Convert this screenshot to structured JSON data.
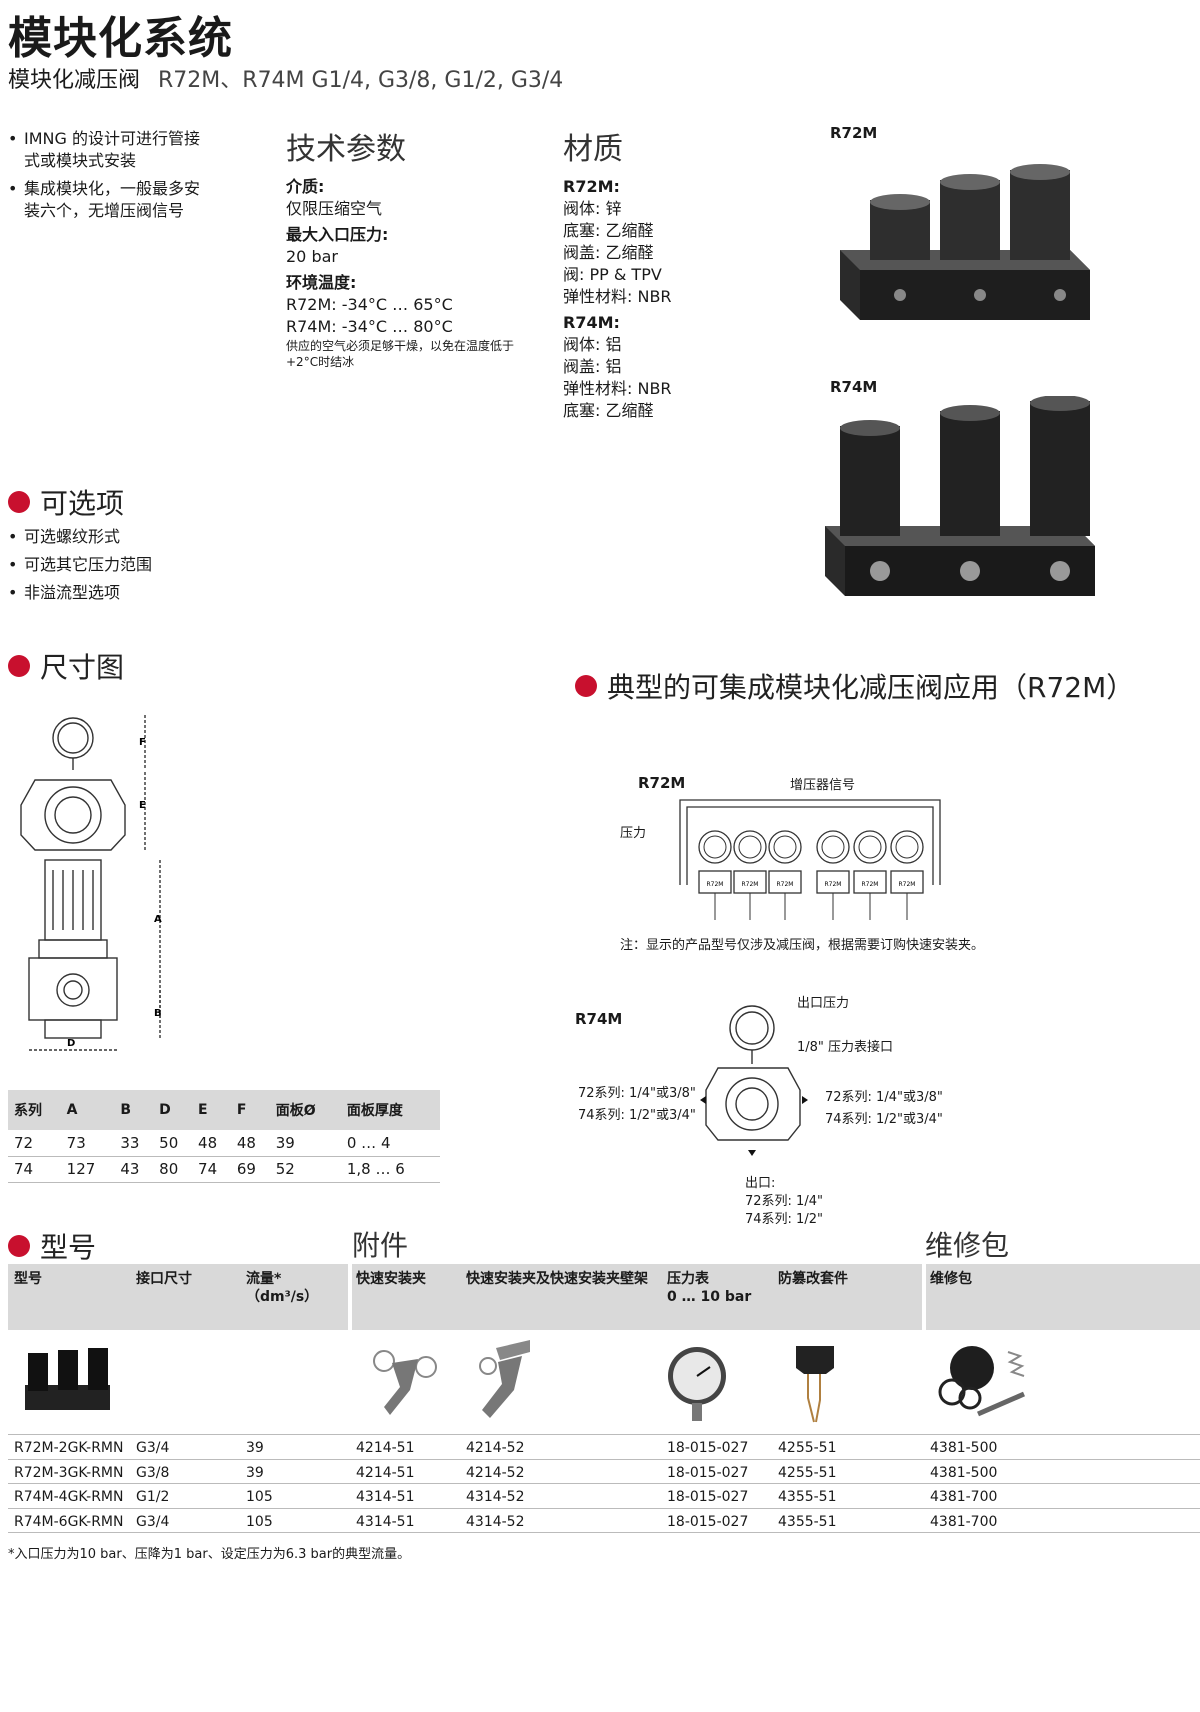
{
  "header": {
    "title": "模块化系统",
    "subtitle": "模块化减压阀",
    "models": "R72M、R74M  G1/4, G3/8, G1/2, G3/4"
  },
  "features": [
    "IMNG 的设计可进行管接式或模块式安装",
    "集成模块化，一般最多安装六个，无增压阀信号"
  ],
  "tech": {
    "heading": "技术参数",
    "medium_label": "介质:",
    "medium_value": "仅限压缩空气",
    "max_pressure_label": "最大入口压力:",
    "max_pressure_value": "20 bar",
    "temp_label": "环境温度:",
    "temp_r72": "R72M: -34°C … 65°C",
    "temp_r74": "R74M: -34°C … 80°C",
    "temp_note": "供应的空气必须足够干燥，以免在温度低于+2°C时结冰"
  },
  "material": {
    "heading": "材质",
    "r72_label": "R72M:",
    "r72_items": [
      "阀体: 锌",
      "底塞: 乙缩醛",
      "阀盖: 乙缩醛",
      "阀: PP & TPV",
      "弹性材料: NBR"
    ],
    "r74_label": "R74M:",
    "r74_items": [
      "阀体: 铝",
      "阀盖: 铝",
      "弹性材料: NBR",
      "底塞: 乙缩醛"
    ]
  },
  "product_labels": {
    "r72": "R72M",
    "r74": "R74M"
  },
  "options": {
    "heading": "可选项",
    "items": [
      "可选螺纹形式",
      "可选其它压力范围",
      "非溢流型选项"
    ]
  },
  "dimensions": {
    "heading": "尺寸图",
    "letters": [
      "F",
      "E",
      "A",
      "B",
      "D"
    ],
    "columns": [
      "系列",
      "A",
      "B",
      "D",
      "E",
      "F",
      "面板Ø",
      "面板厚度"
    ],
    "rows": [
      [
        "72",
        "73",
        "33",
        "50",
        "48",
        "48",
        "39",
        "0 … 4"
      ],
      [
        "74",
        "127",
        "43",
        "80",
        "74",
        "69",
        "52",
        "1,8 … 6"
      ]
    ]
  },
  "application": {
    "heading": "典型的可集成模块化减压阀应用（R72M）",
    "r72_label": "R72M",
    "booster_signal": "增压器信号",
    "pressure": "压力",
    "gauge_tag": "R72M",
    "note": "注：显示的产品型号仅涉及减压阀，根据需要订购快速安装夹。",
    "r74_label": "R74M",
    "outlet_pressure": "出口压力",
    "gauge_port": "1/8\" 压力表接口",
    "left_72": "72系列: 1/4\"或3/8\"",
    "left_74": "74系列: 1/2\"或3/4\"",
    "right_72": "72系列: 1/4\"或3/8\"",
    "right_74": "74系列: 1/2\"或3/4\"",
    "outlet_label": "出口:",
    "outlet_72": "72系列: 1/4\"",
    "outlet_74": "74系列: 1/2\""
  },
  "ordering": {
    "model_heading": "型号",
    "accessory_heading": "附件",
    "kit_heading": "维修包",
    "columns": {
      "model": "型号",
      "port": "接口尺寸",
      "flow": "流量*",
      "flow_unit": "（dm³/s）",
      "clip": "快速安装夹",
      "clip_wall": "快速安装夹及快速安装夹壁架",
      "gauge": "压力表",
      "gauge_range": "0 … 10 bar",
      "tamper": "防篡改套件",
      "kit": "维修包"
    },
    "rows": [
      [
        "R72M-2GK-RMN",
        "G3/4",
        "39",
        "4214-51",
        "4214-52",
        "18-015-027",
        "4255-51",
        "4381-500"
      ],
      [
        "R72M-3GK-RMN",
        "G3/8",
        "39",
        "4214-51",
        "4214-52",
        "18-015-027",
        "4255-51",
        "4381-500"
      ],
      [
        "R74M-4GK-RMN",
        "G1/2",
        "105",
        "4314-51",
        "4314-52",
        "18-015-027",
        "4355-51",
        "4381-700"
      ],
      [
        "R74M-6GK-RMN",
        "G3/4",
        "105",
        "4314-51",
        "4314-52",
        "18-015-027",
        "4355-51",
        "4381-700"
      ]
    ],
    "footnote": "*入口压力为10 bar、压降为1 bar、设定压力为6.3 bar的典型流量。"
  },
  "colors": {
    "accent_red": "#c8102e",
    "header_grey": "#d9d9d9"
  }
}
